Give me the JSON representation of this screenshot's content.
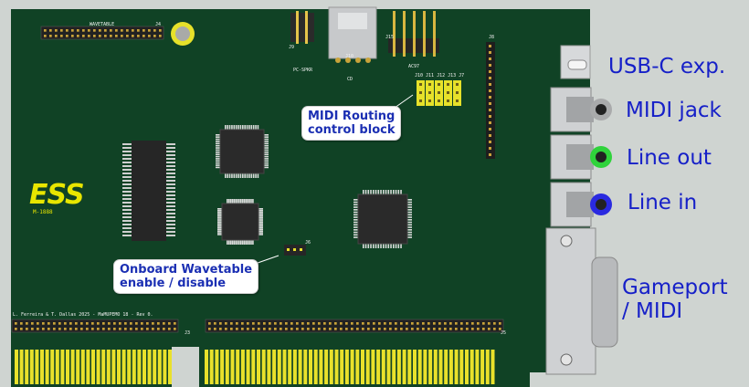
{
  "callouts": {
    "midi_routing": [
      "MIDI Routing",
      "control block"
    ],
    "wavetable": [
      "Onboard Wavetable",
      "enable / disable"
    ]
  },
  "connectors": {
    "usbc": "USB-C exp.",
    "midi_jack": "MIDI jack",
    "line_out": "Line out",
    "line_in": "Line in",
    "gameport": [
      "Gameport",
      "/ MIDI"
    ]
  },
  "silkscreen": {
    "wavetable_header": "WAVETABLE",
    "j4": "J4",
    "j9": "J9",
    "pc_spkr": "PC-SPKR",
    "j10": "J10",
    "j15": "J15",
    "cd": "CD",
    "ac97": "AC97",
    "j8": "J8",
    "jumper_row": "J10 J11 J12 J13 J7",
    "j6": "J6",
    "j3": "J3",
    "j5": "J5",
    "credits": "L. Ferreira & T. Dallas 2025 - MaMUPEMO 18 - Rev 0."
  },
  "logo": {
    "text": "ESS",
    "model": "M-1888"
  },
  "colors": {
    "pcb": "#104225",
    "gold": "#e9e12b",
    "callout_text": "#1b2fb3",
    "label_text": "#1620c8",
    "line_out_jack": "#2fd33b",
    "line_in_jack": "#2a2ae0"
  }
}
